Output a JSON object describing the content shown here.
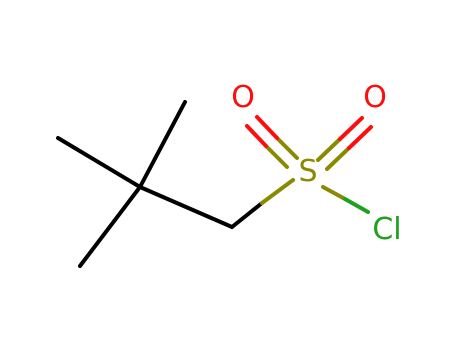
{
  "molecule": {
    "atoms": [
      {
        "id": "O1",
        "label": "O",
        "color": "#ff0d0d"
      },
      {
        "id": "O2",
        "label": "O",
        "color": "#ff0d0d"
      },
      {
        "id": "S",
        "label": "S",
        "color": "#b2b200"
      },
      {
        "id": "Cl",
        "label": "Cl",
        "color": "#1fa01f"
      }
    ],
    "colors": {
      "bond": "#000000",
      "oxygen": "#ff0d0d",
      "sulfur": "#8a8a00",
      "chlorine": "#1fa01f"
    }
  }
}
